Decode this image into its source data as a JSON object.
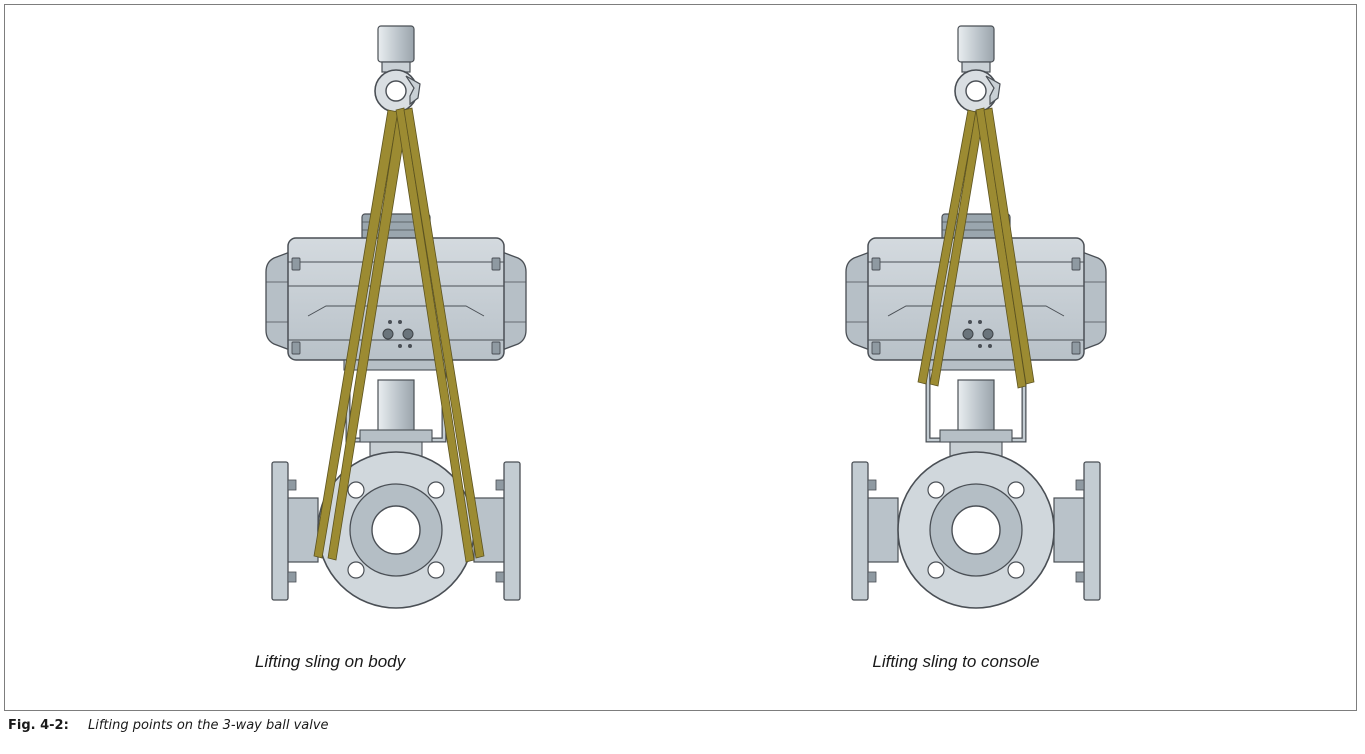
{
  "figure": {
    "left_label": "Lifting sling on body",
    "right_label": "Lifting sling to console",
    "caption_number": "Fig. 4-2:",
    "caption_text": "Lifting points on the 3-way ball valve"
  },
  "colors": {
    "sling": "#9c8b32",
    "metal": "#c3ccd2",
    "metal_dark": "#a5b0b8",
    "outline": "#4a4f55",
    "frame": "#7d7d7d"
  }
}
